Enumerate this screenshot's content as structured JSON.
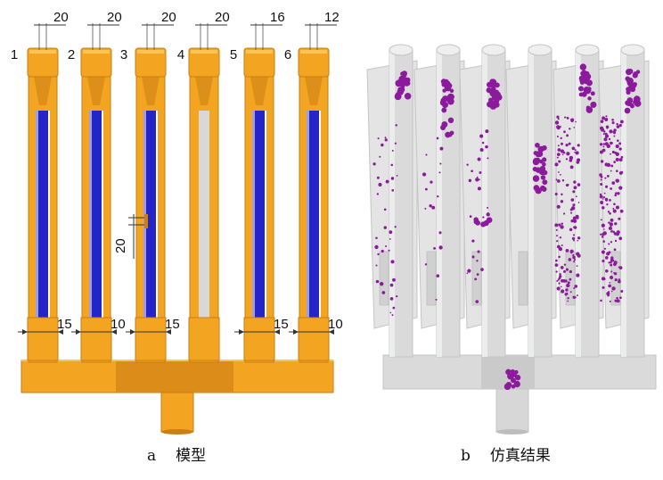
{
  "model": {
    "cylinder_numbers": [
      "1",
      "2",
      "3",
      "4",
      "5",
      "6"
    ],
    "top_dimensions": [
      "20",
      "20",
      "20",
      "20",
      "16",
      "12"
    ],
    "bottom_dimensions": [
      "15",
      "10",
      "15",
      "15",
      "10"
    ],
    "side_dimension": "20",
    "caption_letter": "a",
    "caption_text": "模型"
  },
  "simulation": {
    "caption_letter": "b",
    "caption_text": "仿真结果"
  },
  "colors": {
    "orange": "#f3a420",
    "orange_dark": "#c97f14",
    "orange_light": "#fbc457",
    "blue_channel": "#2424c8",
    "gray_model": "#d9dad9",
    "gray_dark": "#b9bab9",
    "purple": "#8b1a9c"
  }
}
